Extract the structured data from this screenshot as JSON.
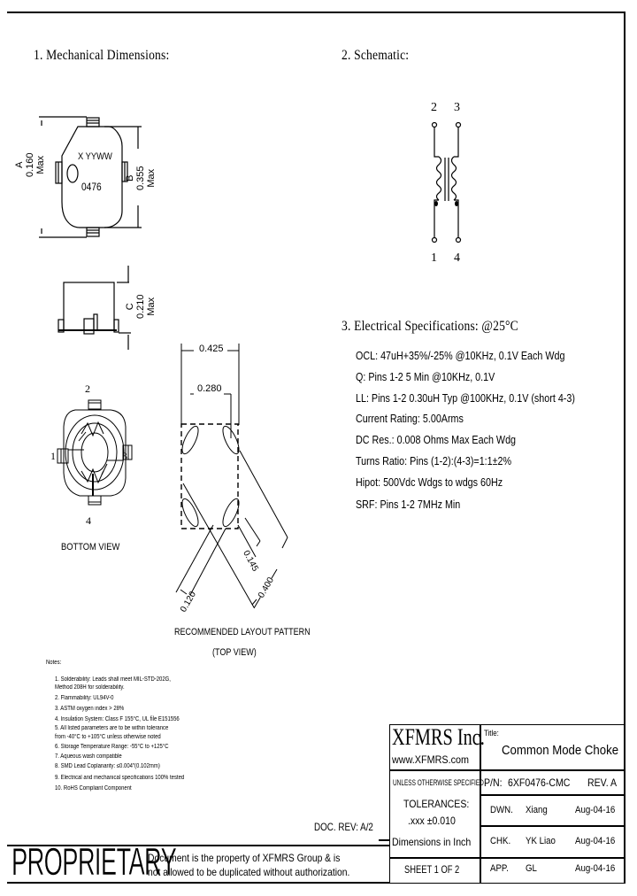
{
  "sections": {
    "mechanical": {
      "title": "1. Mechanical Dimensions:",
      "top_view": {
        "marking_line1": "X YYWW",
        "marking_line2": "0476",
        "dim_a_label": "A",
        "dim_a_value": "0.160",
        "dim_a_unit": "Max",
        "dim_b_label": "B",
        "dim_b_value": "0.355",
        "dim_b_unit": "Max"
      },
      "side_view": {
        "dim_c_label": "C",
        "dim_c_value": "0.210",
        "dim_c_unit": "Max"
      },
      "bottom_view": {
        "pins": [
          "1",
          "2",
          "3",
          "4"
        ],
        "caption": "BOTTOM VIEW"
      },
      "layout": {
        "dim_outer": "0.425",
        "dim_inner": "0.280",
        "dim_pad_width": "0.120",
        "dim_pad_spacing": "0.145",
        "dim_pad_length": "0.400",
        "caption_line1": "RECOMMENDED LAYOUT PATTERN",
        "caption_line2": "(TOP VIEW)"
      }
    },
    "schematic": {
      "title": "2. Schematic:",
      "pins_top": [
        "2",
        "3"
      ],
      "pins_bottom": [
        "1",
        "4"
      ]
    },
    "electrical": {
      "title": "3. Electrical   Specifications: @25°C",
      "specs": [
        "OCL: 47uH+35%/-25% @10KHz, 0.1V Each Wdg",
        "Q: Pins 1-2 5 Min @10KHz, 0.1V",
        "LL: Pins 1-2 0.30uH Typ @100KHz, 0.1V (short 4-3)",
        "Current Rating: 5.00Arms",
        "DC Res.: 0.008 Ohms Max Each Wdg",
        "Turns Ratio: Pins (1-2):(4-3)=1:1±2%",
        "Hipot:  500Vdc Wdgs to wdgs 60Hz",
        "SRF: Pins 1-2 7MHz Min"
      ]
    }
  },
  "notes": {
    "heading": "Notes:",
    "items": [
      "1. Solderability: Leads shall meet MIL-STD-202G,",
      "    Method 208H for solderability.",
      "2. Flammability: UL94V-0",
      "3. ASTM oxygen index > 28%",
      "4. Insulation System: Class F 155°C, UL file E151556",
      "5. All listed parameters are to be within tolerance",
      "    from -40°C to +105°C unless otherwise noted",
      "6. Storage Temperature Range: -55°C to +125°C",
      "7. Aqueous wash compatible",
      "8. SMD Lead Coplanarity: ≤0.004\"(0.102mm)",
      "9. Electrical and mechanical specifications 100% tested",
      "10. RoHS Compliant Component"
    ]
  },
  "doc_rev": "DOC. REV: A/2",
  "proprietary": {
    "label": "PROPRIETARY",
    "line1": "Document is the property of XFMRS Group & is",
    "line2": "not allowed to be duplicated without authorization."
  },
  "title_block": {
    "company": "XFMRS Inc.",
    "website": "www.XFMRS.com",
    "title_label": "Title:",
    "title": "Common Mode Choke",
    "unless_specified": "UNLESS OTHERWISE SPECIFIED",
    "pn_label": "P/N:",
    "pn": "6XF0476-CMC",
    "rev": "REV. A",
    "tolerances_label": "TOLERANCES:",
    "tolerances_value": ".xxx ±0.010",
    "dimensions_unit": "Dimensions in Inch",
    "sheet": "SHEET 1 OF 2",
    "approvals": [
      {
        "role": "DWN.",
        "name": "Xiang",
        "date": "Aug-04-16"
      },
      {
        "role": "CHK.",
        "name": "YK Liao",
        "date": "Aug-04-16"
      },
      {
        "role": "APP.",
        "name": "GL",
        "date": "Aug-04-16"
      }
    ]
  }
}
